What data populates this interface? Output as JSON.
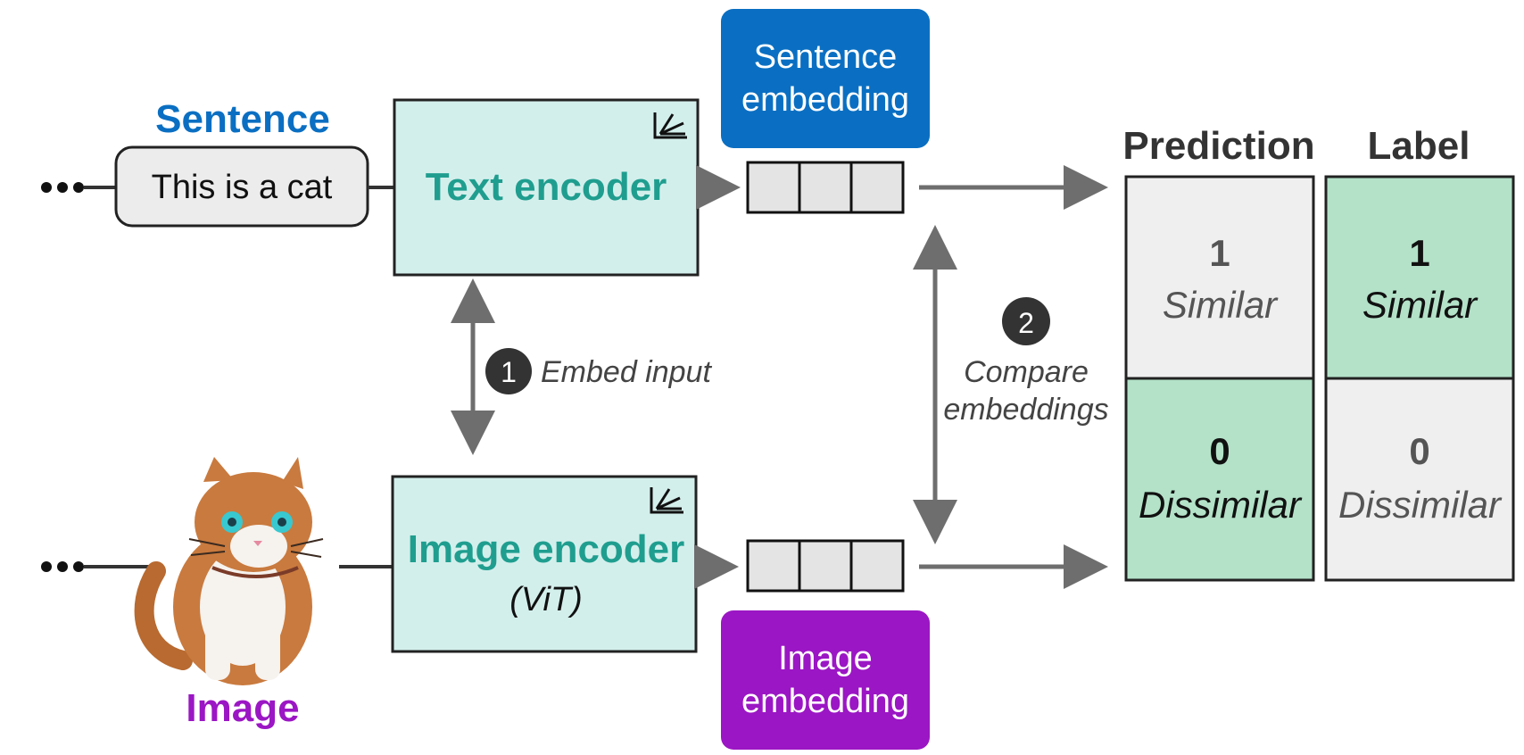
{
  "diagram": {
    "sentence_heading": "Sentence",
    "sentence_input": "This is a cat",
    "image_heading": "Image",
    "text_encoder": "Text encoder",
    "image_encoder_line1": "Image encoder",
    "image_encoder_line2": "(ViT)",
    "sentence_embedding_line1": "Sentence",
    "sentence_embedding_line2": "embedding",
    "image_embedding_line1": "Image",
    "image_embedding_line2": "embedding",
    "step1_number": "1",
    "step1_label": "Embed input",
    "step2_number": "2",
    "step2_line1": "Compare",
    "step2_line2": "embeddings",
    "prediction_heading": "Prediction",
    "label_heading": "Label",
    "prediction_top_value": "1",
    "prediction_top_text": "Similar",
    "prediction_bottom_value": "0",
    "prediction_bottom_text": "Dissimilar",
    "label_top_value": "1",
    "label_top_text": "Similar",
    "label_bottom_value": "0",
    "label_bottom_text": "Dissimilar",
    "colors": {
      "blue": "#0a6fc2",
      "purple": "#9b16c4",
      "teal": "#1f9e8f",
      "encoder_fill": "#d3efec",
      "green_cell": "#b3e2c8",
      "grey_cell": "#efefef",
      "arrow": "#6e6e6e"
    }
  }
}
